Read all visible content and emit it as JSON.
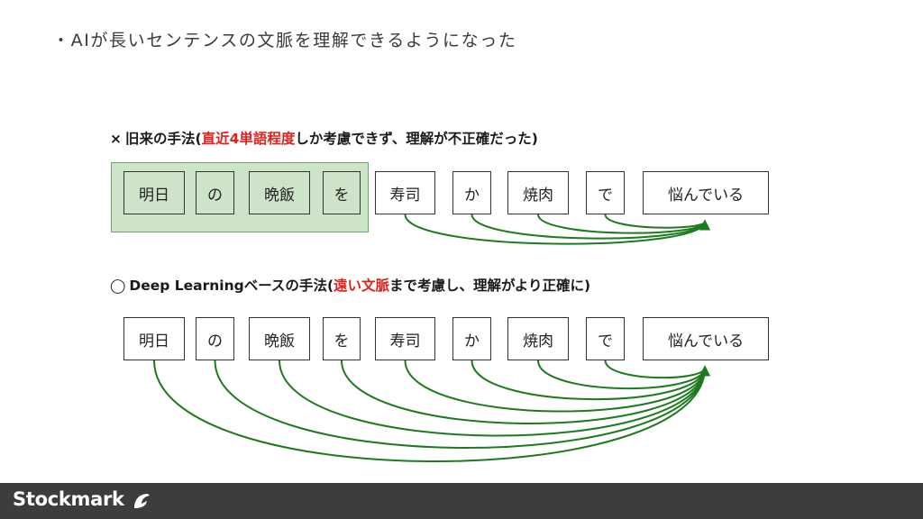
{
  "bullet": "・AIが長いセンテンスの文脈を理解できるようになった",
  "old_method": {
    "mark": "×",
    "prefix": "旧来の手法(",
    "highlight": "直近4単語程度",
    "suffix": "しか考慮できず、理解が不正確だった)"
  },
  "new_method": {
    "mark": "◯",
    "prefix": "Deep Learningベースの手法(",
    "highlight": "遠い文脈",
    "suffix": "まで考慮し、理解がより正確に)"
  },
  "tokens": [
    "明日",
    "の",
    "晩飯",
    "を",
    "寿司",
    "か",
    "焼肉",
    "で",
    "悩んでいる"
  ],
  "colors": {
    "arrow": "#1e7a1e",
    "highlight": "#e0201b",
    "context_fill": "#cde4c9",
    "footer": "#3d3d3d"
  },
  "footer": {
    "logo_text": "Stockmark",
    "logo_icon": "stockmark-bird-icon"
  }
}
